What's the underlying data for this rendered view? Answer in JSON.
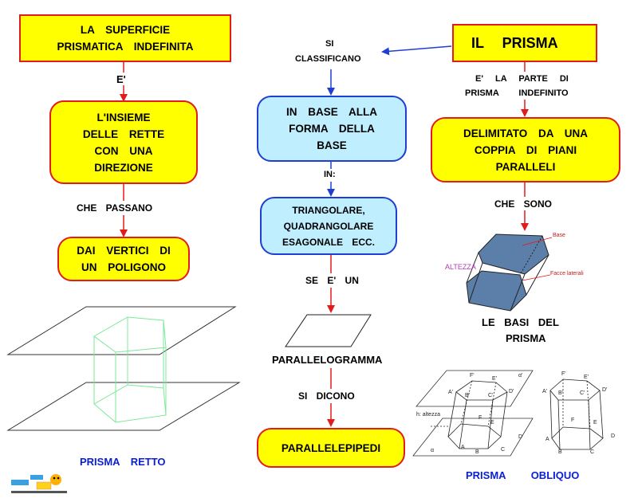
{
  "boxes": {
    "superficie": {
      "line1": "LA SUPERFICIE",
      "line2": "PRISMATICA INDEFINITA"
    },
    "insieme": {
      "line1": "L'INSIEME",
      "line2": "DELLE RETTE",
      "line3": "CON UNA",
      "line4": "DIREZIONE"
    },
    "vertici": {
      "line1": "DAI VERTICI DI",
      "line2": "UN POLIGONO"
    },
    "prisma": {
      "title": "IL PRISMA"
    },
    "base": {
      "line1": "IN BASE ALLA",
      "line2": "FORMA DELLA",
      "line3": "BASE"
    },
    "triangolare": {
      "line1": "TRIANGOLARE,",
      "line2": "QUADRANGOLARE",
      "line3": "ESAGONALE ECC."
    },
    "delimitato": {
      "line1": "DELIMITATO DA UNA",
      "line2": "COPPIA DI PIANI",
      "line3": "PARALLELI"
    },
    "parallelepipedi": {
      "label": "PARALLELEPIPEDI"
    }
  },
  "connectors": {
    "e": "E'",
    "che_passano": "CHE PASSANO",
    "si_classificano_1": "SI",
    "si_classificano_2": "CLASSIFICANO",
    "in": "IN:",
    "se_e_un": "SE E' UN",
    "si_dicono": "SI DICONO",
    "parte_1": "E' LA PARTE DI",
    "parte_2": "PRISMA INDEFINITO",
    "che_sono": "CHE SONO"
  },
  "captions": {
    "parallelogramma": "PARALLELOGRAMMA",
    "basi_1": "LE BASI DEL",
    "basi_2": "PRISMA",
    "retto": "PRISMA RETTO",
    "obliquo": "PRISMA OBLIQUO"
  },
  "figure_labels": {
    "base": "Base",
    "facce": "Facce laterali",
    "altezza": "ALTEZZA",
    "h_altezza": "h: altezza",
    "alpha": "α",
    "alpha_prime": "α'",
    "A_p": "A'",
    "B_p": "B'",
    "C_p": "C'",
    "D_p": "D'",
    "E_p": "E'",
    "F_p": "F'",
    "A": "A",
    "B": "B",
    "C": "C",
    "D": "D",
    "E": "E",
    "F": "F"
  },
  "colors": {
    "yellow": "#ffff00",
    "red": "#e21b1b",
    "light_blue": "#bfeeff",
    "blue": "#1f3fd4",
    "caption_blue": "#0a1ed8",
    "prism_face": "#5b7fa8",
    "green_prism": "#7de89a",
    "altezza_purple": "#b13ab1"
  }
}
